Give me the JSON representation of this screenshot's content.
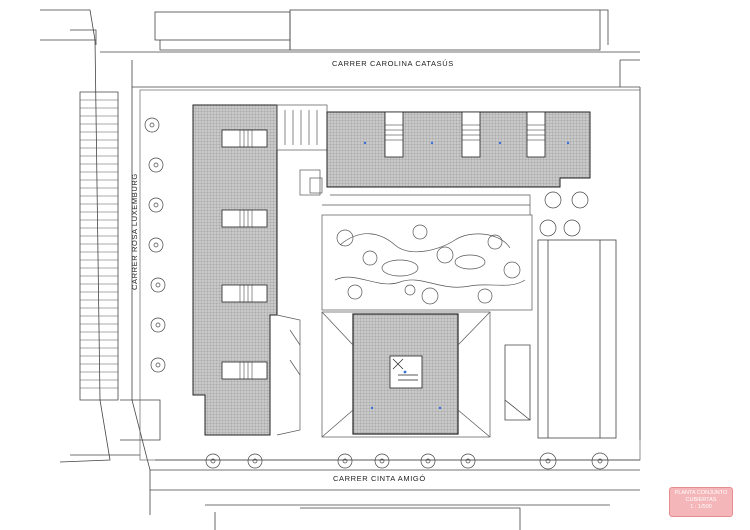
{
  "streets": {
    "north": "CARRER CAROLINA CATASÚS",
    "west": "CARRER ROSA LUXEMBURG",
    "south": "CARRER CINTA AMIGÓ"
  },
  "stamp": {
    "line1": "PLANTA CONJUNTO",
    "line2": "CUBIERTAS",
    "line3": "1 : 1/500"
  },
  "colors": {
    "line": "#333333",
    "hatch": "#555555",
    "stamp_bg": "#f4b6b8",
    "accent": "#3a6fd8"
  }
}
